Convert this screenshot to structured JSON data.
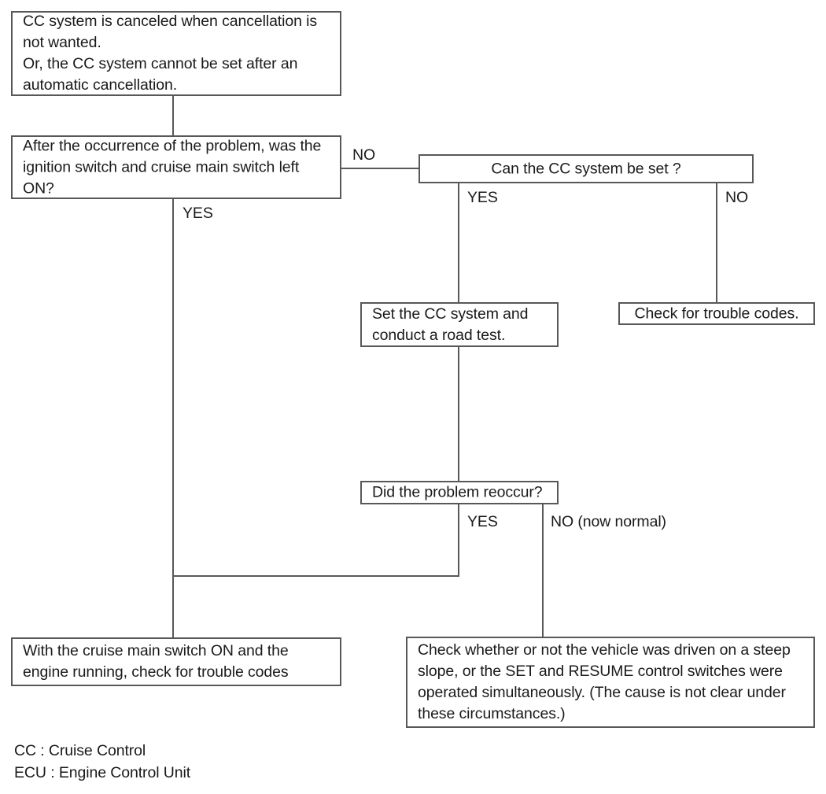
{
  "diagram": {
    "title": "CC system troubleshooting flowchart",
    "line_color": "#58585a",
    "text_color": "#1a1a1a",
    "background": "#ffffff",
    "nodes": [
      {
        "id": "symptom",
        "name": "symptom-box",
        "text": "CC system is canceled when cancellation is\nnot wanted.\nOr, the CC system cannot be set after an\nautomatic cancellation."
      },
      {
        "id": "question-ignition",
        "name": "question-ignition-box",
        "text": "After the occurrence of the problem, was the\nignition switch and cruise main switch left\nON?"
      },
      {
        "id": "question-can-set",
        "name": "question-can-set-box",
        "text": "Can the CC system be set ?"
      },
      {
        "id": "action-road-test",
        "name": "action-road-test-box",
        "text": "Set the CC system and\nconduct a road test."
      },
      {
        "id": "action-check-codes",
        "name": "action-check-codes-box",
        "text": "Check for trouble codes."
      },
      {
        "id": "question-reoccur",
        "name": "question-reoccur-box",
        "text": "Did the problem reoccur?"
      },
      {
        "id": "action-cruise-on-codes",
        "name": "action-cruise-on-codes-box",
        "text": "With the cruise main switch ON and the\nengine running, check for trouble codes"
      },
      {
        "id": "action-check-steep-slope",
        "name": "action-check-steep-slope-box",
        "text": "Check whether or not the vehicle was driven on a steep\nslope, or the SET and RESUME control switches were\noperated simultaneously. (The cause is not clear under\nthese circumstances.)"
      }
    ],
    "edge_labels": [
      {
        "id": "ignition-no",
        "text": "NO"
      },
      {
        "id": "ignition-yes",
        "text": "YES"
      },
      {
        "id": "canset-yes",
        "text": "YES"
      },
      {
        "id": "canset-no",
        "text": "NO"
      },
      {
        "id": "reoccur-yes",
        "text": "YES"
      },
      {
        "id": "reoccur-no",
        "text": "NO (now normal)"
      }
    ],
    "legend": {
      "text": "CC : Cruise Control\nECU : Engine Control Unit"
    }
  }
}
